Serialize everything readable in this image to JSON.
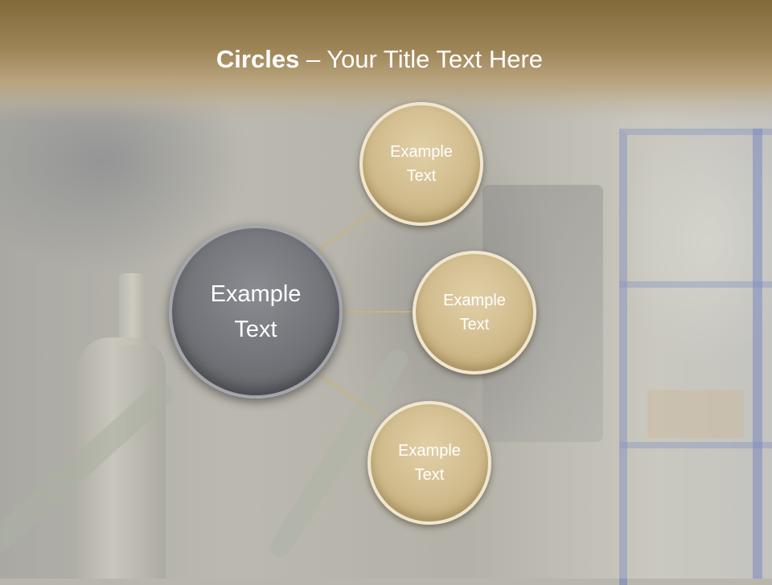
{
  "slide": {
    "title_bold": "Circles",
    "title_rest": " – Your Title Text Here"
  },
  "diagram": {
    "hub": {
      "line1": "Example",
      "line2": "Text"
    },
    "nodes": [
      {
        "line1": "Example",
        "line2": "Text"
      },
      {
        "line1": "Example",
        "line2": "Text"
      },
      {
        "line1": "Example",
        "line2": "Text"
      }
    ]
  },
  "colors": {
    "title_band": "#82693a",
    "gold_circle": "#d0bb8c",
    "hub_circle": "#717378",
    "connector": "#c8b284"
  }
}
